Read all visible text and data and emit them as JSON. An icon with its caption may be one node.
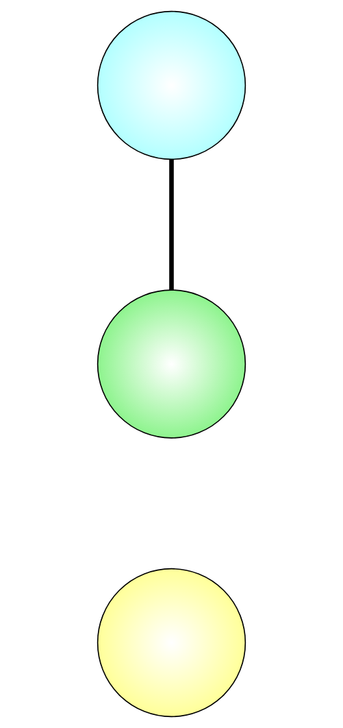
{
  "diagram": {
    "nodes": [
      {
        "text": [],
        "shape": "circle"
      },
      {
        "text": [],
        "shape": "circle"
      },
      {
        "text": [],
        "shape": "circle"
      }
    ],
    "edges": [
      {
        "from": 0,
        "to": 1,
        "arrow": "none"
      }
    ]
  }
}
